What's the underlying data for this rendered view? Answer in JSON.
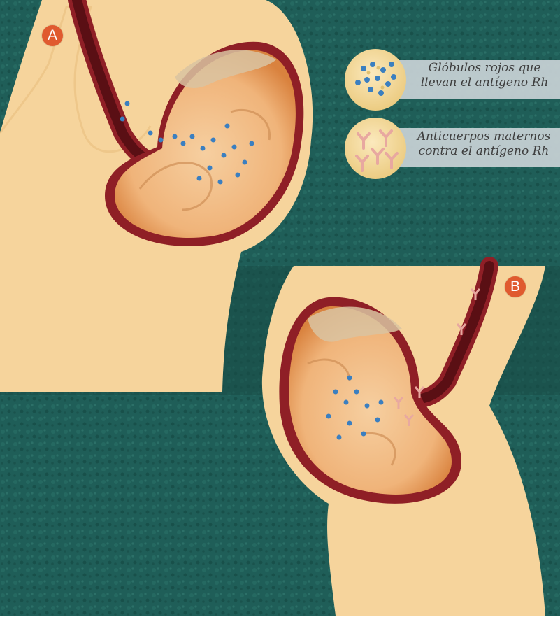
{
  "panels": [
    {
      "label": "A",
      "label_color": "#e05a2f"
    },
    {
      "label": "B",
      "label_color": "#e05a2f"
    }
  ],
  "legend": [
    {
      "text_line1": "Glóbulos rojos que",
      "text_line2": "llevan el antígeno Rh",
      "icon": "rh-antigen-red-cell-icon",
      "cell_color": "#3b7fc0"
    },
    {
      "text_line1": "Anticuerpos maternos",
      "text_line2": "contra el antígeno Rh",
      "icon": "maternal-antibody-icon",
      "antibody_color": "#e8a8a0"
    }
  ],
  "colors": {
    "background_teal": "#1f5e58",
    "skin": "#f6d49c",
    "uterus_wall": "#8f1f26",
    "uterus_lining": "#c0392b",
    "legend_disc": "#f7dfa0",
    "legend_band": "#c9d2d6"
  }
}
